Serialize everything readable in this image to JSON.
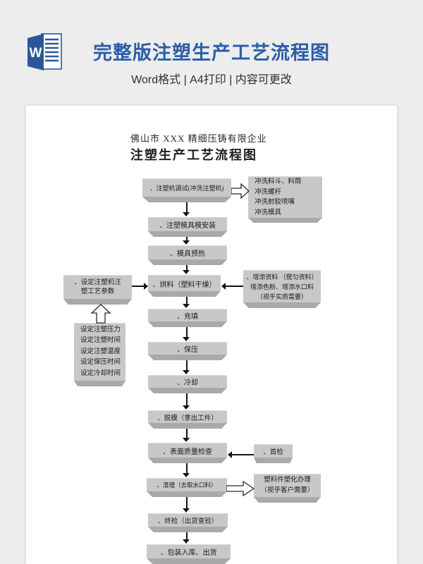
{
  "header": {
    "icon_letter": "W",
    "title": "完整版注塑生产工艺流程图",
    "subtitle": "Word格式 | A4打印 | 内容可更改"
  },
  "page": {
    "company": "佛山市 XXX 精细压铸有限企业",
    "title": "注塑生产工艺流程图"
  },
  "flow": {
    "steps": [
      {
        "label": "、注塑机调试(冲洗注塑机)"
      },
      {
        "label": "、注塑模具模安装"
      },
      {
        "label": "、模具预热"
      },
      {
        "label": "、烘料（塑料干燥）"
      },
      {
        "label": "、充填"
      },
      {
        "label": "、保压"
      },
      {
        "label": "、冷却"
      },
      {
        "label": "、脱模（拿出工件）"
      },
      {
        "label": "、表面质量检查"
      },
      {
        "label": "、清理（去取水口料）"
      },
      {
        "label": "、终检（出货查验）"
      },
      {
        "label": "、包装入库、出货"
      }
    ],
    "rinse": {
      "lines": [
        "冲洗料斗、料筒",
        "冲洗螺杆",
        "冲洗射胶喷嘴",
        "冲洗模具"
      ]
    },
    "set_params": {
      "line1": "、设定注塑机注",
      "line2": "塑工艺参数"
    },
    "add_material": {
      "lines": [
        "、增添资料 （搅匀资料）",
        "增添色粉、增添水口料",
        "（视乎实质需要）"
      ]
    },
    "settings": {
      "lines": [
        "设定注塑压力",
        "设定注塑时间",
        "设定注塑温度",
        "设定保压时间",
        "设定冷却时间"
      ]
    },
    "first_check": {
      "label": "、首检"
    },
    "plasticize": {
      "line1": "塑料件塑化办理",
      "line2": "（视乎客户需要）"
    }
  },
  "colors": {
    "accent_blue": "#2b5ea7",
    "icon_blue": "#2b579a",
    "box_fill": "#c8c8c8",
    "box_bevel": "#a9a9a9",
    "page_white": "#ffffff",
    "background": "#ededed",
    "arrow_black": "#161616"
  }
}
